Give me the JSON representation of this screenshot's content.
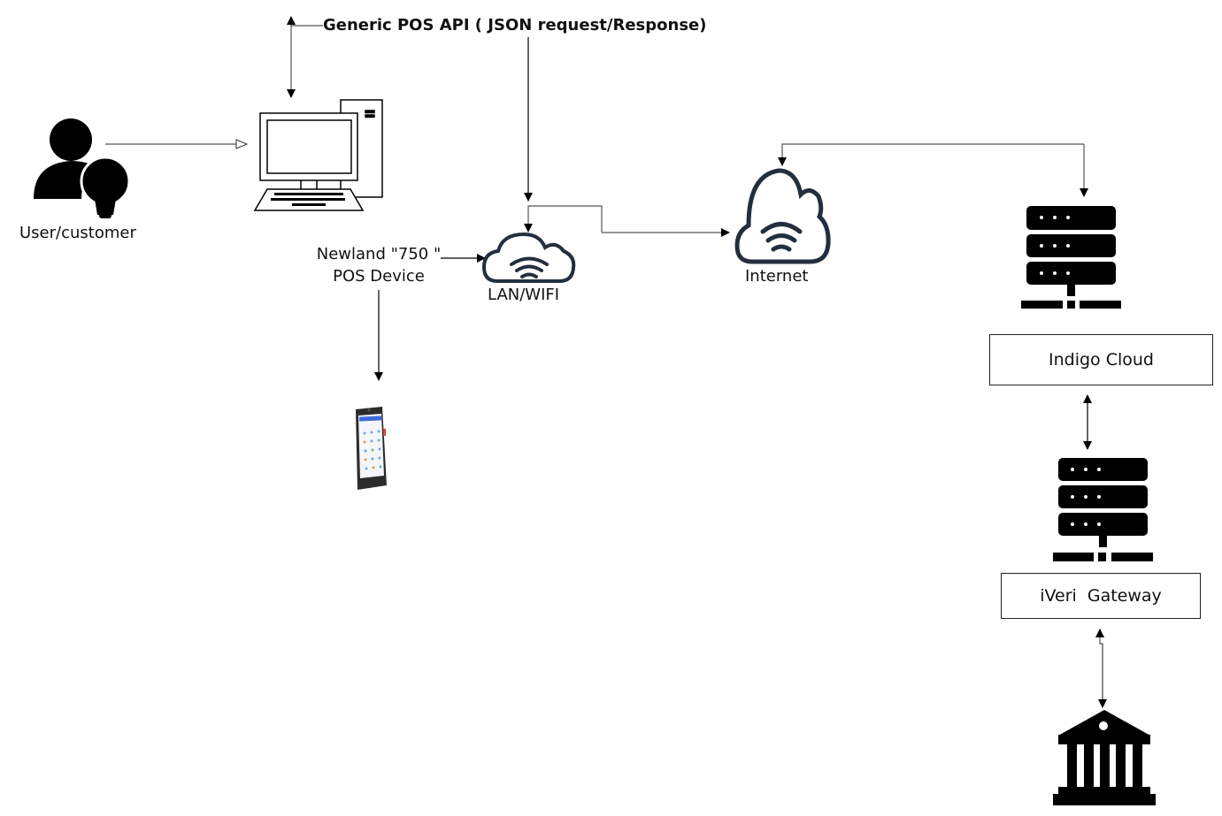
{
  "diagram": {
    "nodes": {
      "user": {
        "label": "User/customer",
        "icon": "user-lightbulb-icon"
      },
      "pc": {
        "icon": "desktop-computer-icon"
      },
      "api": {
        "label": "Generic POS API ( JSON request/Response)"
      },
      "pos_device": {
        "label_line1": "Newland \"750 \"",
        "label_line2": "POS Device",
        "icon": "pos-terminal-icon"
      },
      "lan": {
        "label": "LAN/WIFI",
        "icon": "cloud-wifi-icon"
      },
      "internet": {
        "label": "Internet",
        "icon": "cloud-wifi-icon"
      },
      "indigo_server": {
        "icon": "server-icon"
      },
      "indigo_cloud": {
        "label": "Indigo Cloud"
      },
      "iveri_server": {
        "icon": "server-icon"
      },
      "iveri_gateway": {
        "label": "iVeri  Gateway"
      },
      "bank": {
        "icon": "bank-icon"
      }
    },
    "edges": [
      {
        "from": "user",
        "to": "pc",
        "style": "open-arrow"
      },
      {
        "from": "api",
        "to": "pc",
        "style": "bidirectional"
      },
      {
        "from": "api",
        "to": "lan",
        "style": "arrow"
      },
      {
        "from": "pos_device",
        "to": "lan",
        "style": "arrow"
      },
      {
        "from": "pos_device",
        "to": "pos_terminal",
        "style": "arrow"
      },
      {
        "from": "lan",
        "to": "internet",
        "style": "arrow"
      },
      {
        "from": "internet",
        "to": "indigo_server",
        "style": "bidirectional"
      },
      {
        "from": "indigo_cloud",
        "to": "iveri_server",
        "style": "bidirectional"
      },
      {
        "from": "iveri_gateway",
        "to": "bank",
        "style": "bidirectional"
      }
    ],
    "colors": {
      "cloud_stroke": "#232f3e",
      "line": "#555555",
      "icon_fill": "#000000"
    }
  }
}
